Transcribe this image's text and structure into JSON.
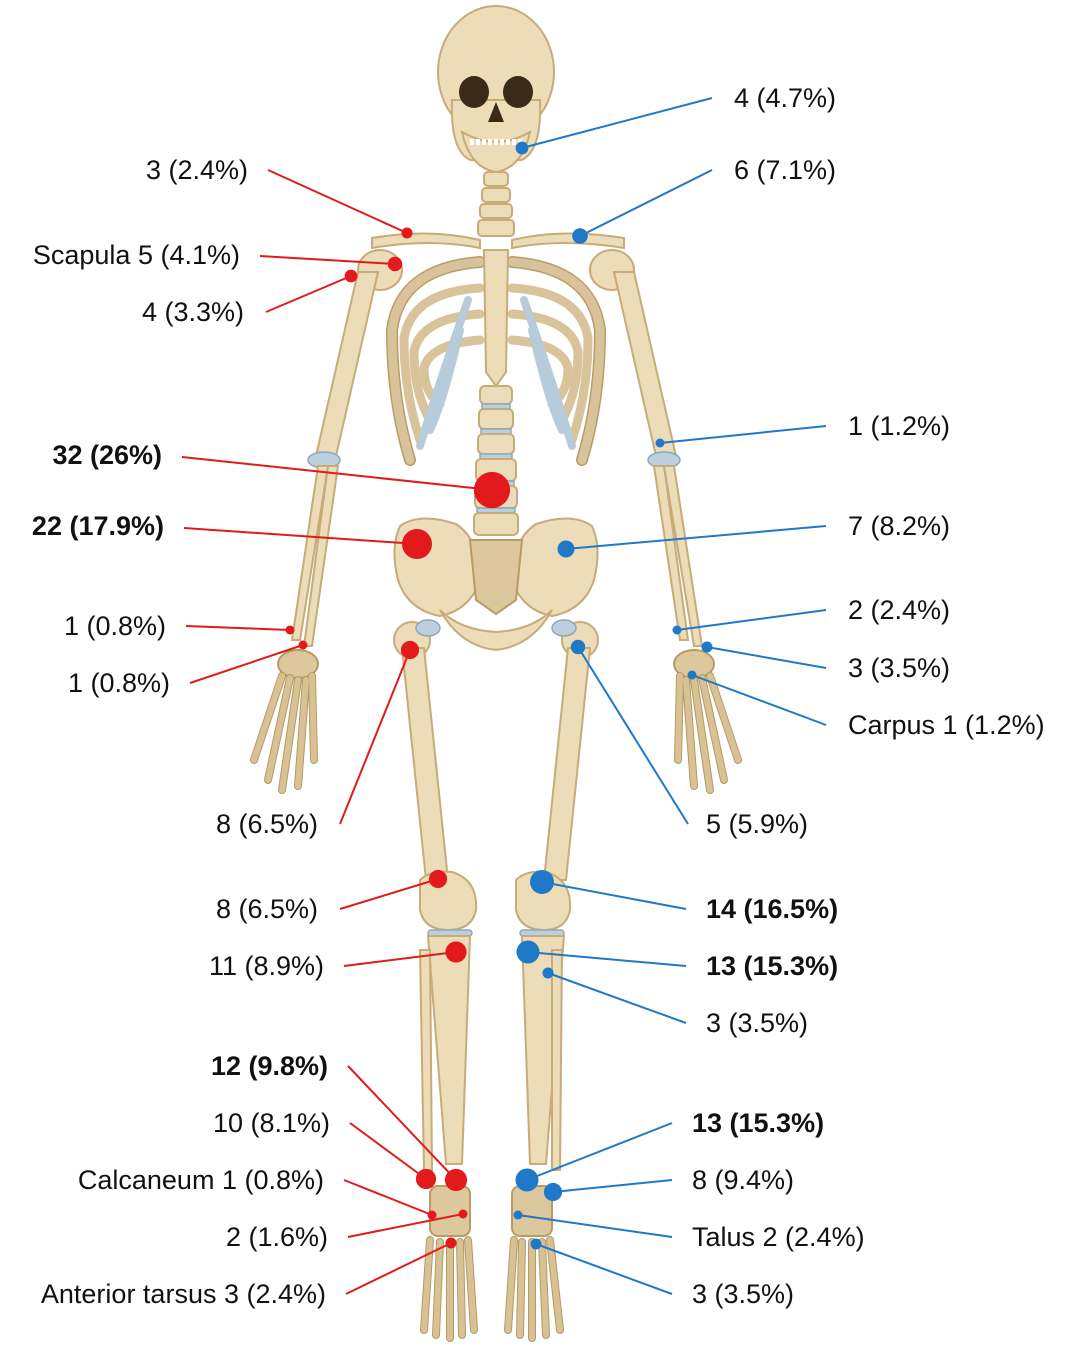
{
  "colors": {
    "left_side": "#e31a1c",
    "right_side": "#1f78c8"
  },
  "labels": {
    "l_clavicle": "3 (2.4%)",
    "l_scapula": "Scapula 5 (4.1%)",
    "l_humerus_prox": "4 (3.3%)",
    "l_spine": "32 (26%)",
    "l_pelvis": "22 (17.9%)",
    "l_forearm_a": "1 (0.8%)",
    "l_forearm_b": "1 (0.8%)",
    "l_femur_prox": "8 (6.5%)",
    "l_femur_dist": "8 (6.5%)",
    "l_tibia_prox": "11 (8.9%)",
    "l_tibia_dist": "12 (9.8%)",
    "l_fibula_dist": "10 (8.1%)",
    "l_calcaneum": "Calcaneum 1 (0.8%)",
    "l_talus": "2 (1.6%)",
    "l_ant_tarsus": "Anterior tarsus 3 (2.4%)",
    "r_jaw": "4 (4.7%)",
    "r_clavicle": "6 (7.1%)",
    "r_humerus_dist": "1 (1.2%)",
    "r_pelvis": "7 (8.2%)",
    "r_radius_dist": "2 (2.4%)",
    "r_ulna_dist": "3 (3.5%)",
    "r_carpus": "Carpus 1 (1.2%)",
    "r_femur_prox": "5 (5.9%)",
    "r_femur_dist": "14 (16.5%)",
    "r_tibia_prox": "13 (15.3%)",
    "r_fibula_prox": "3 (3.5%)",
    "r_tibia_dist": "13 (15.3%)",
    "r_fibula_dist": "8 (9.4%)",
    "r_talus": "Talus 2 (2.4%)",
    "r_ant_tarsus": "3 (3.5%)"
  },
  "markers": [
    {
      "id": "l_clavicle",
      "side": "left",
      "count": 3,
      "bold": false
    },
    {
      "id": "l_scapula",
      "side": "left",
      "count": 5,
      "bold": false
    },
    {
      "id": "l_humerus_prox",
      "side": "left",
      "count": 4,
      "bold": false
    },
    {
      "id": "l_spine",
      "side": "left",
      "count": 32,
      "bold": true
    },
    {
      "id": "l_pelvis",
      "side": "left",
      "count": 22,
      "bold": true
    },
    {
      "id": "l_forearm_a",
      "side": "left",
      "count": 1,
      "bold": false
    },
    {
      "id": "l_forearm_b",
      "side": "left",
      "count": 1,
      "bold": false
    },
    {
      "id": "l_femur_prox",
      "side": "left",
      "count": 8,
      "bold": false
    },
    {
      "id": "l_femur_dist",
      "side": "left",
      "count": 8,
      "bold": false
    },
    {
      "id": "l_tibia_prox",
      "side": "left",
      "count": 11,
      "bold": false
    },
    {
      "id": "l_tibia_dist",
      "side": "left",
      "count": 12,
      "bold": true
    },
    {
      "id": "l_fibula_dist",
      "side": "left",
      "count": 10,
      "bold": false
    },
    {
      "id": "l_calcaneum",
      "side": "left",
      "count": 1,
      "bold": false
    },
    {
      "id": "l_talus",
      "side": "left",
      "count": 2,
      "bold": false
    },
    {
      "id": "l_ant_tarsus",
      "side": "left",
      "count": 3,
      "bold": false
    },
    {
      "id": "r_jaw",
      "side": "right",
      "count": 4,
      "bold": false
    },
    {
      "id": "r_clavicle",
      "side": "right",
      "count": 6,
      "bold": false
    },
    {
      "id": "r_humerus_dist",
      "side": "right",
      "count": 1,
      "bold": false
    },
    {
      "id": "r_pelvis",
      "side": "right",
      "count": 7,
      "bold": false
    },
    {
      "id": "r_radius_dist",
      "side": "right",
      "count": 2,
      "bold": false
    },
    {
      "id": "r_ulna_dist",
      "side": "right",
      "count": 3,
      "bold": false
    },
    {
      "id": "r_carpus",
      "side": "right",
      "count": 1,
      "bold": false
    },
    {
      "id": "r_femur_prox",
      "side": "right",
      "count": 5,
      "bold": false
    },
    {
      "id": "r_femur_dist",
      "side": "right",
      "count": 14,
      "bold": true
    },
    {
      "id": "r_tibia_prox",
      "side": "right",
      "count": 13,
      "bold": true
    },
    {
      "id": "r_fibula_prox",
      "side": "right",
      "count": 3,
      "bold": false
    },
    {
      "id": "r_tibia_dist",
      "side": "right",
      "count": 13,
      "bold": true
    },
    {
      "id": "r_fibula_dist",
      "side": "right",
      "count": 8,
      "bold": false
    },
    {
      "id": "r_talus",
      "side": "right",
      "count": 2,
      "bold": false
    },
    {
      "id": "r_ant_tarsus",
      "side": "right",
      "count": 3,
      "bold": false
    }
  ]
}
